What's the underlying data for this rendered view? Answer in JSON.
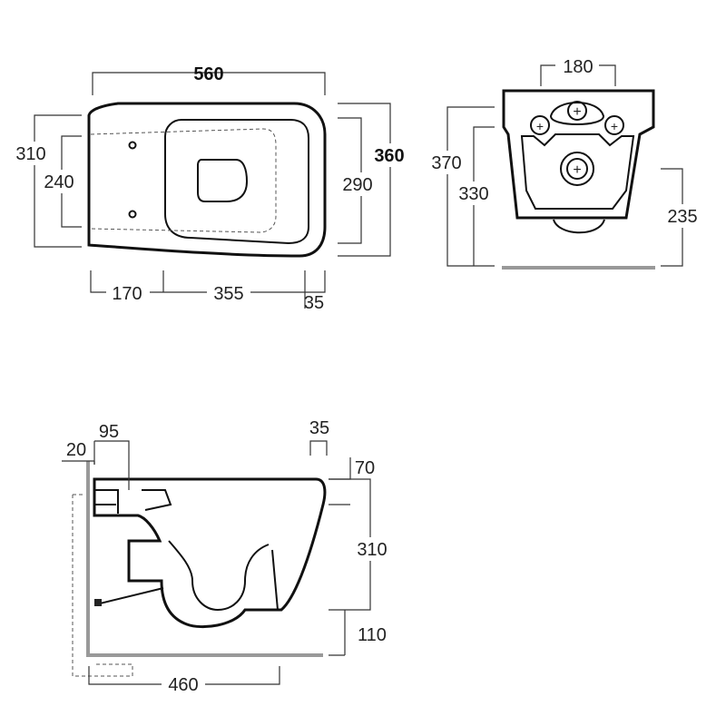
{
  "top_view": {
    "overall_length": "560",
    "overall_width": "360",
    "fixing_width": "310",
    "fixing_inner": "240",
    "seat_width": "290",
    "rear_offset": "170",
    "front_offset": "355",
    "front_gap": "35"
  },
  "rear_view": {
    "fixing_spacing": "180",
    "total_height": "370",
    "body_height": "330",
    "outlet_height": "235"
  },
  "side_view": {
    "wall_gap": "20",
    "inlet_offset": "95",
    "rim_offset": "35",
    "rim_height": "70",
    "bowl_height": "310",
    "floor_clearance": "110",
    "projection": "460"
  }
}
